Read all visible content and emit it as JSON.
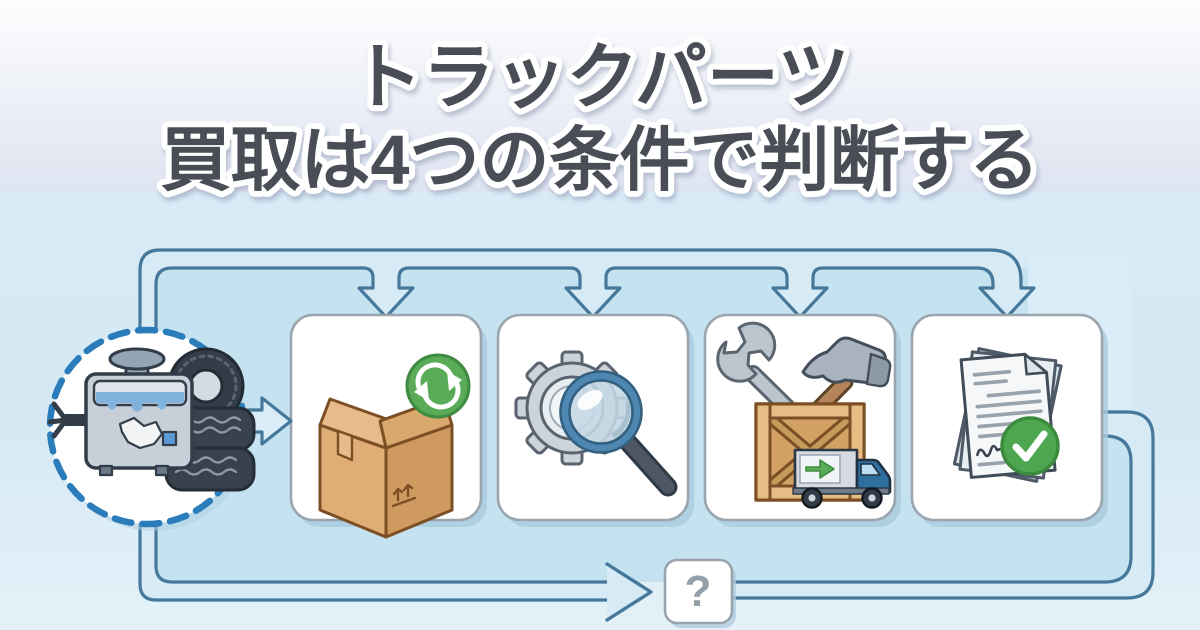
{
  "title": {
    "line1": "トラックパーツ",
    "line2": "買取は4つの条件で判断する"
  },
  "flow": {
    "source": {
      "icon": "engine-and-tires-icon",
      "description": "truck parts (engine and tires) inside dashed circle"
    },
    "conditions": [
      {
        "icon": "cardboard-box-recycle-icon"
      },
      {
        "icon": "gear-magnifier-inspection-icon"
      },
      {
        "icon": "wrench-hammer-crate-truck-icon"
      },
      {
        "icon": "documents-approved-check-icon"
      }
    ],
    "result": {
      "label": "?"
    }
  },
  "colors": {
    "title_text": "#4a4e55",
    "title_outline": "#ffffff",
    "title_bg_top": "#fdfdfe",
    "title_bg_bottom": "#dee4f1",
    "diagram_bg": "#d8ecf7",
    "panel_fill": "#c5e2f1",
    "pipe_fill": "#d7ebf6",
    "pipe_stroke": "#45789a",
    "dashed_circle": "#2b7cba",
    "card_border": "#9aa5ae",
    "card_shadow": "#a9cadf",
    "green_badge": "#55a657",
    "cardboard": "#dba76f",
    "question_mark": "#959fa8"
  }
}
